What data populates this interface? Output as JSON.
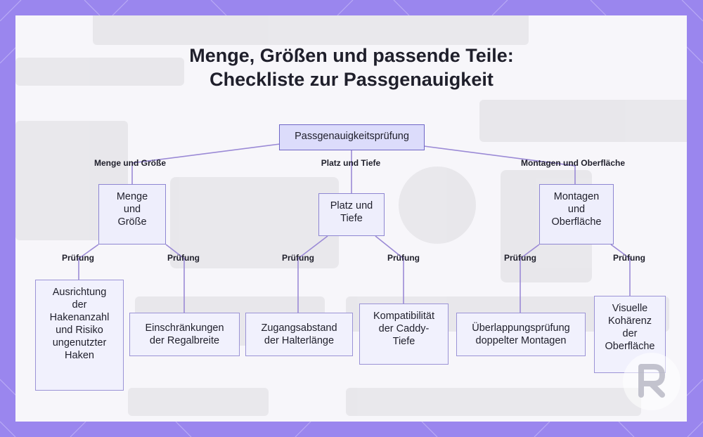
{
  "title": {
    "line1": "Menge, Größen und passende Teile:",
    "line2": "Checkliste zur Passgenauigkeit"
  },
  "colors": {
    "frame": "#9a86ee",
    "panel": "#f7f6fa",
    "node_fill": "#f1f1fd",
    "root_fill": "#dcdcfb",
    "edge": "#9b8ad6"
  },
  "nodes": {
    "root": "Passgenauigkeitsprüfung",
    "menge": "Menge\nund\nGröße",
    "platz": "Platz und\nTiefe",
    "montagen": "Montagen\nund\nOberfläche",
    "ausrichtung": "Ausrichtung\nder\nHakenanzahl\nund Risiko\nungenutzter\nHaken",
    "regal": "Einschränkungen\nder Regalbreite",
    "zugang": "Zugangsabstand\nder Halterlänge",
    "caddy": "Kompatibilität\nder Caddy-\nTiefe",
    "ueberlappung": "Überlappungsprüfung\ndoppelter Montagen",
    "visuell": "Visuelle\nKohärenz\nder\nOberfläche"
  },
  "edge_labels": {
    "menge": "Menge und Größe",
    "platz": "Platz und Tiefe",
    "montagen": "Montagen und Oberfläche",
    "pruefung": "Prüfung"
  },
  "logo_icon": "logo-icon"
}
